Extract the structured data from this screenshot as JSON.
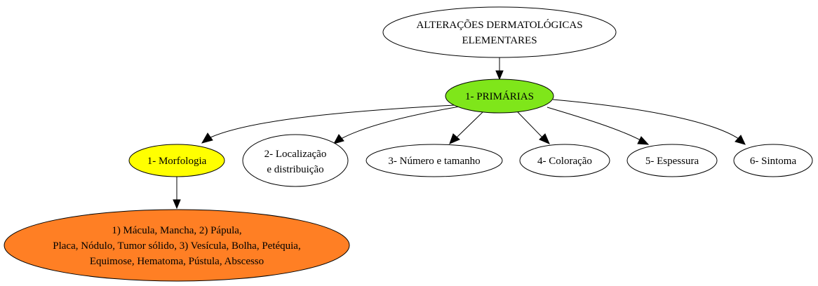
{
  "diagram": {
    "root": {
      "lines": [
        "ALTERAÇÕES DERMATOLÓGICAS",
        "ELEMENTARES"
      ],
      "fill": "#ffffff"
    },
    "primary": {
      "lines": [
        "1- PRIMÁRIAS"
      ],
      "fill": "#7fe61a"
    },
    "children": [
      {
        "id": "morfologia",
        "lines": [
          "1- Morfologia"
        ],
        "fill": "#ffff00"
      },
      {
        "id": "localizacao",
        "lines": [
          "2- Localização",
          "e distribuição"
        ],
        "fill": "#ffffff"
      },
      {
        "id": "numero",
        "lines": [
          "3- Número e tamanho"
        ],
        "fill": "#ffffff"
      },
      {
        "id": "coloracao",
        "lines": [
          "4- Coloração"
        ],
        "fill": "#ffffff"
      },
      {
        "id": "espessura",
        "lines": [
          "5- Espessura"
        ],
        "fill": "#ffffff"
      },
      {
        "id": "sintoma",
        "lines": [
          "6- Sintoma"
        ],
        "fill": "#ffffff"
      }
    ],
    "leaf": {
      "lines": [
        "1) Mácula, Mancha, 2) Pápula,",
        "Placa, Nódulo, Tumor sólido, 3) Vesícula, Bolha, Petéquia,",
        "Equimose, Hematoma, Pústula, Abscesso"
      ],
      "fill": "#ff7f24"
    }
  }
}
